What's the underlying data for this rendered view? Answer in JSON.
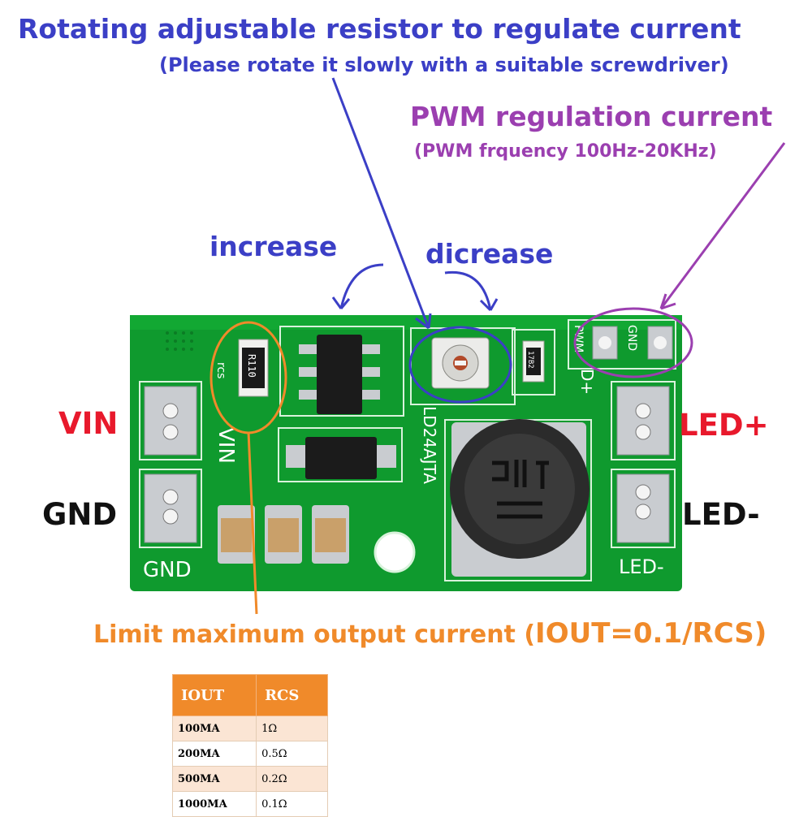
{
  "labels": {
    "title": "Rotating adjustable resistor to regulate current",
    "title_note": "(Please rotate it slowly with a suitable screwdriver)",
    "pwm_title": "PWM regulation current",
    "pwm_note": "(PWM frquency 100Hz-20KHz)",
    "increase": "increase",
    "decrease": "dicrease",
    "vin": "VIN",
    "gnd": "GND",
    "led_plus": "LED+",
    "led_minus": "LED-",
    "limit_text": "Limit maximum output current (",
    "limit_iout": "IOUT",
    "limit_formula": "=0.1/RCS)"
  },
  "pcb": {
    "silk_vin": "VIN",
    "silk_gnd": "GND",
    "silk_led_minus": "LED-",
    "silk_d_plus": "D+",
    "silk_pwm": "PWM",
    "silk_pwm_gnd": "GND",
    "silk_rcs": "rcs",
    "silk_model": "LD24AJTA",
    "resistor_code": "R110",
    "small_part_code": "17B2"
  },
  "table": {
    "headers": [
      "IOUT",
      "RCS"
    ],
    "rows": [
      [
        "100MA",
        "1Ω"
      ],
      [
        "200MA",
        "0.5Ω"
      ],
      [
        "500MA",
        "0.2Ω"
      ],
      [
        "1000MA",
        "0.1Ω"
      ]
    ]
  },
  "colors": {
    "blue": "#3b3fc6",
    "purple": "#9b3fb0",
    "orange": "#f08a2a",
    "red": "#e8192c",
    "pcb_green": "#0f9a2e"
  }
}
